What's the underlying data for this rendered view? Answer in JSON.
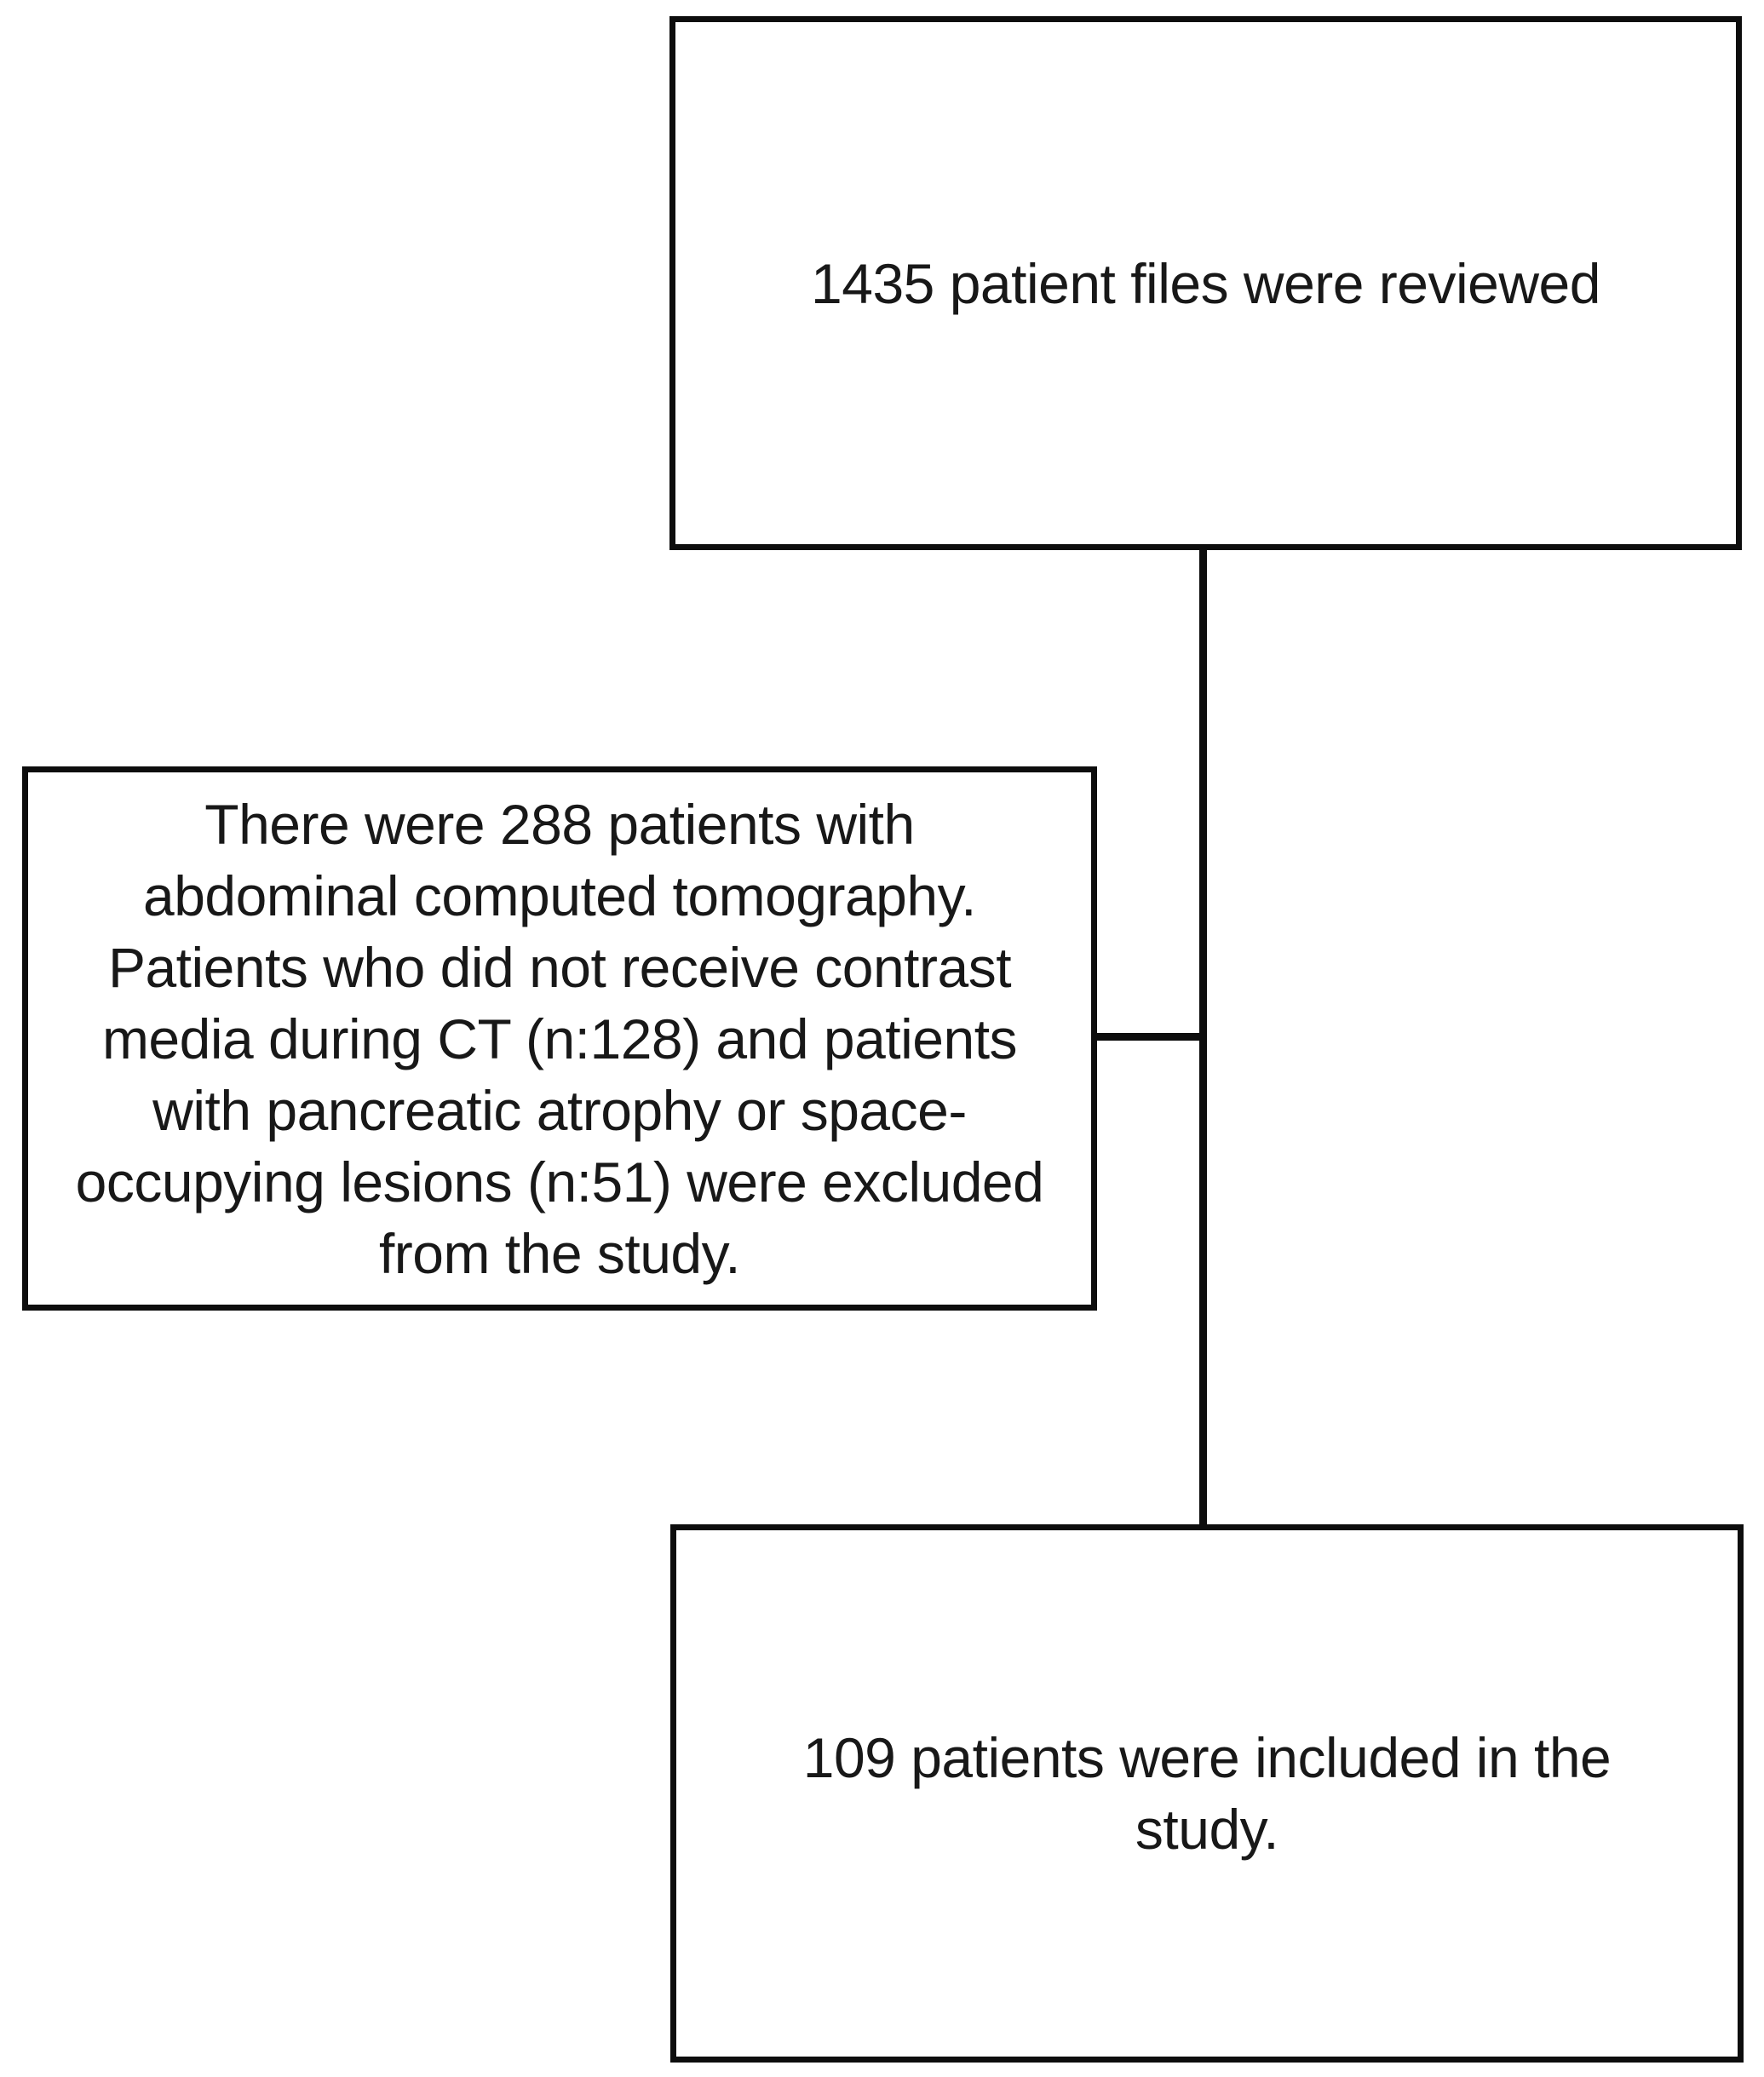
{
  "diagram": {
    "type": "flowchart",
    "background_color": "#ffffff",
    "line_color": "#0d0d0d",
    "text_color": "#181818",
    "nodes": {
      "reviewed": {
        "id": "reviewed",
        "lines": [
          "1435 patient files were reviewed"
        ]
      },
      "excluded": {
        "id": "excluded",
        "lines": [
          "There were 288 patients with",
          "abdominal computed tomography.",
          "Patients who did not receive contrast",
          "media during CT (n:128) and patients",
          "with pancreatic atrophy or space-",
          "occupying lesions (n:51) were excluded",
          "from the study."
        ]
      },
      "included": {
        "id": "included",
        "lines": [
          "109 patients were included in the",
          "study."
        ]
      }
    },
    "edges": [
      {
        "from": "reviewed",
        "to": "included",
        "shape": "vertical-line"
      },
      {
        "from": "excluded",
        "to": "reviewed-included-line",
        "shape": "horizontal-line"
      }
    ]
  }
}
